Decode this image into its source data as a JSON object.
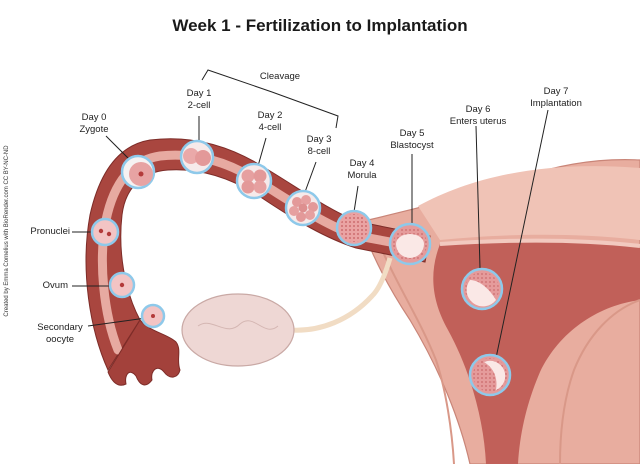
{
  "title": "Week 1 - Fertilization to Implantation",
  "credit": "Created by Emma Cornelius with BioRender.com CC BY-NC-ND",
  "bracket_label": "Cleavage",
  "stages": [
    {
      "line1": "Day 0",
      "line2": "Zygote"
    },
    {
      "line1": "Day 1",
      "line2": "2-cell"
    },
    {
      "line1": "Day 2",
      "line2": "4-cell"
    },
    {
      "line1": "Day 3",
      "line2": "8-cell"
    },
    {
      "line1": "Day 4",
      "line2": "Morula"
    },
    {
      "line1": "Day 5",
      "line2": "Blastocyst"
    },
    {
      "line1": "Day 6",
      "line2": "Enters uterus"
    },
    {
      "line1": "Day 7",
      "line2": "Implantation"
    }
  ],
  "left_labels": {
    "pronuclei": "Pronuclei",
    "ovum": "Ovum",
    "secondary_oocyte_1": "Secondary",
    "secondary_oocyte_2": "oocyte"
  },
  "colors": {
    "tube_wall": "#a8443f",
    "tube_lumen": "#e6aaa2",
    "uterus_outer": "#e9b2a6",
    "uterus_cavity": "#c3625b",
    "cell_ring": "#8ec9ea",
    "ovary": "#eed7d4"
  }
}
